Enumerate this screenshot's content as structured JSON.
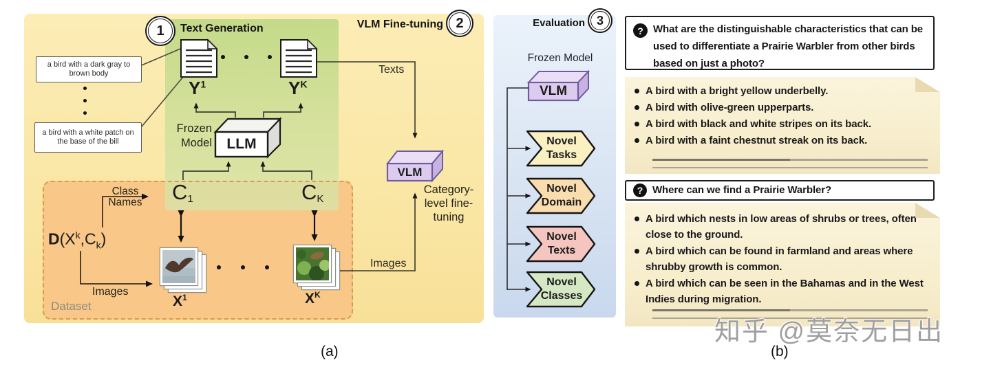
{
  "figure": {
    "caption_a": "(a)",
    "caption_b": "(b)",
    "watermark": "知乎 @莫奈无日出"
  },
  "panel_a": {
    "step1_number": "1",
    "step1_title": "Text Generation",
    "step2_number": "2",
    "step2_title": "VLM Fine-tuning",
    "caption_boxes": [
      "a bird with a dark gray to brown body",
      "a bird with a white patch on the base of the bill"
    ],
    "frozen_model_line1": "Frozen",
    "frozen_model_line2": "Model",
    "llm_label": "LLM",
    "texts_label": "Texts",
    "images_label_right": "Images",
    "vlm_label": "VLM",
    "category_lines": [
      "Category-",
      "level fine-",
      "tuning"
    ],
    "symbols": {
      "y1_base": "Y",
      "y1_sup": "1",
      "yk_base": "Y",
      "yk_sup": "K",
      "c1_base": "C",
      "c1_sub": "1",
      "ck_base": "C",
      "ck_sub": "K",
      "x1_base": "X",
      "x1_sup": "1",
      "xk_base": "X",
      "xk_sup": "K"
    },
    "dataset": {
      "label": "Dataset",
      "formula_d": "D",
      "formula_open": "(X",
      "formula_sup": "k",
      "formula_mid": ",C",
      "formula_sub": "k",
      "formula_close": ")",
      "class_names_line1": "Class",
      "class_names_line2": "Names",
      "images_label": "Images"
    }
  },
  "panel_eval": {
    "step3_number": "3",
    "step3_title": "Evaluation",
    "frozen_model_label": "Frozen Model",
    "vlm_label": "VLM",
    "banners": [
      {
        "line1": "Novel",
        "line2": "Tasks",
        "color": "#FBF0C2"
      },
      {
        "line1": "Novel",
        "line2": "Domain",
        "color": "#FADDAF"
      },
      {
        "line1": "Novel",
        "line2": "Texts",
        "color": "#F5C5BF"
      },
      {
        "line1": "Novel",
        "line2": "Classes",
        "color": "#D5E8C3"
      }
    ]
  },
  "panel_b": {
    "question_icon": "?",
    "questions": [
      "What are the distinguishable characteristics that can be used to differentiate a Prairie Warbler from other birds based on just a photo?",
      "Where can we find a Prairie Warbler?"
    ],
    "answers1": [
      "A bird with a bright yellow underbelly.",
      "A bird with olive-green upperparts.",
      "A bird with black and white stripes on its back.",
      "A bird with a faint chestnut streak on its back."
    ],
    "answers2": [
      "A bird which nests in low areas of shrubs or trees, often close to the ground.",
      "A bird which can be found in farmland and areas where shrubby growth is common.",
      "A bird which can be seen in the Bahamas and in the West Indies during migration."
    ]
  }
}
